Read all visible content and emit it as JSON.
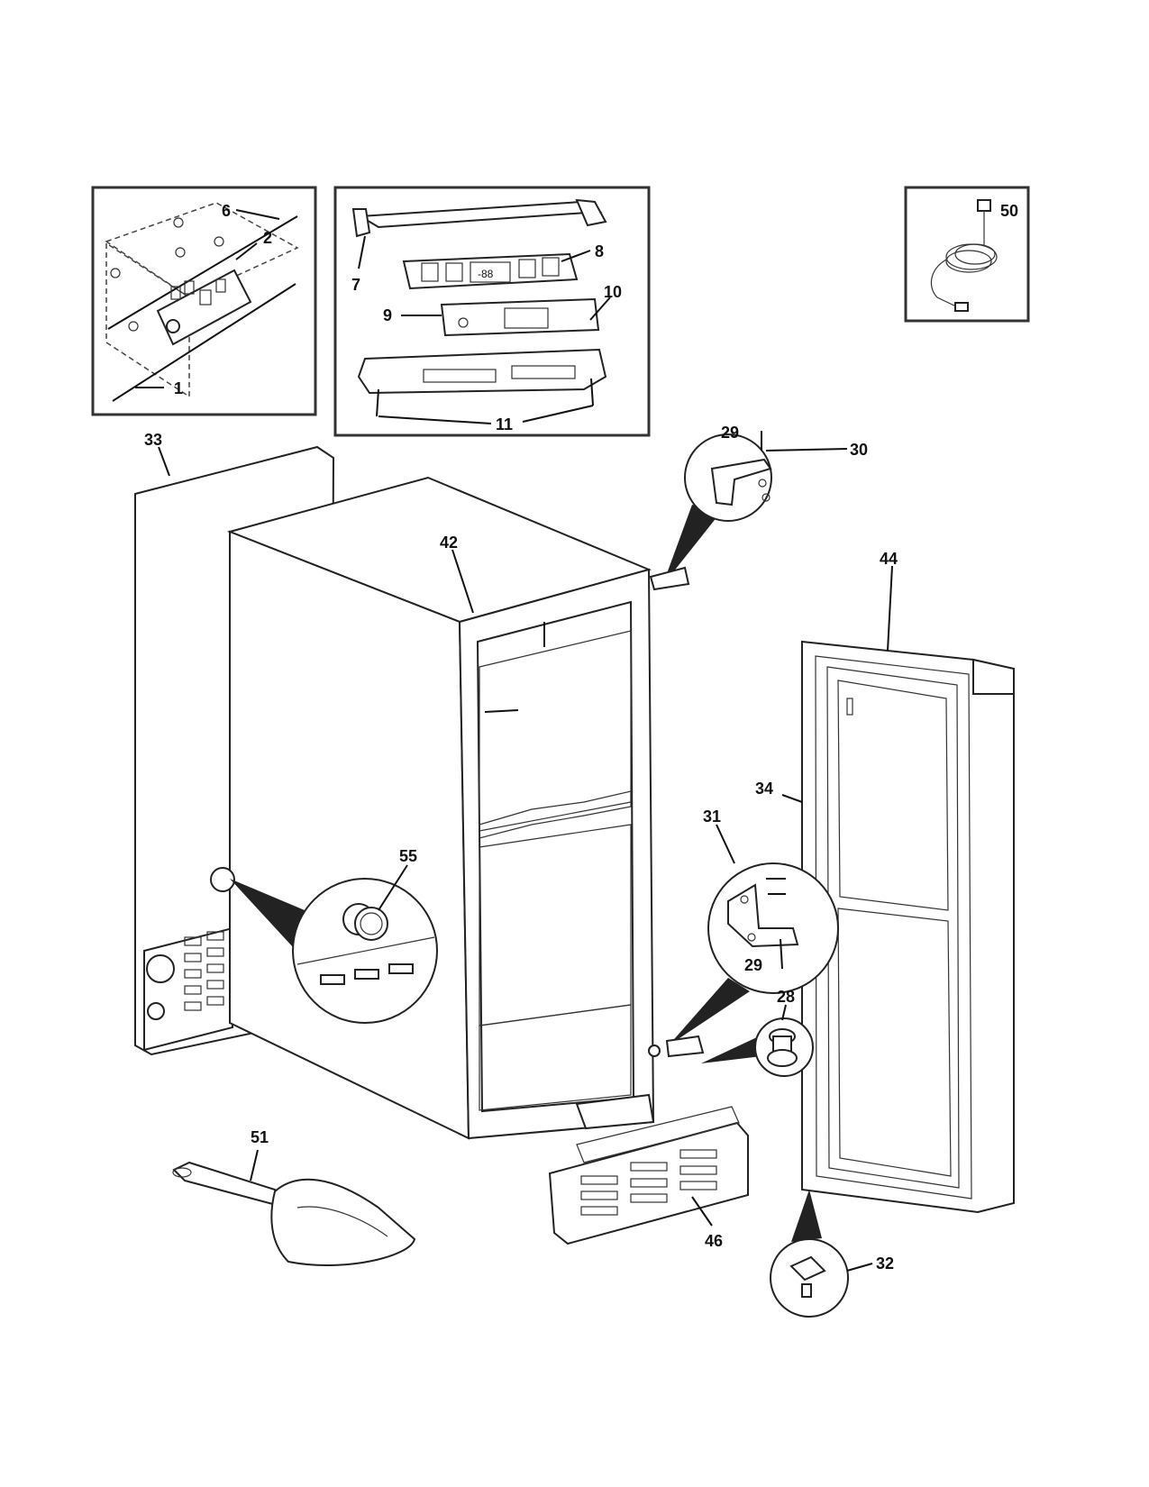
{
  "labels": {
    "l1": "1",
    "l2": "2",
    "l6": "6",
    "l7": "7",
    "l8": "8",
    "l9": "9",
    "l10": "10",
    "l11": "11",
    "l50": "50",
    "l33": "33",
    "l42": "42",
    "l29a": "29",
    "l30": "30",
    "l44": "44",
    "l34": "34",
    "l31": "31",
    "l55": "55",
    "l29b": "29",
    "l28": "28",
    "l51": "51",
    "l46": "46",
    "l32": "32"
  },
  "display": {
    "readout": "-88"
  }
}
